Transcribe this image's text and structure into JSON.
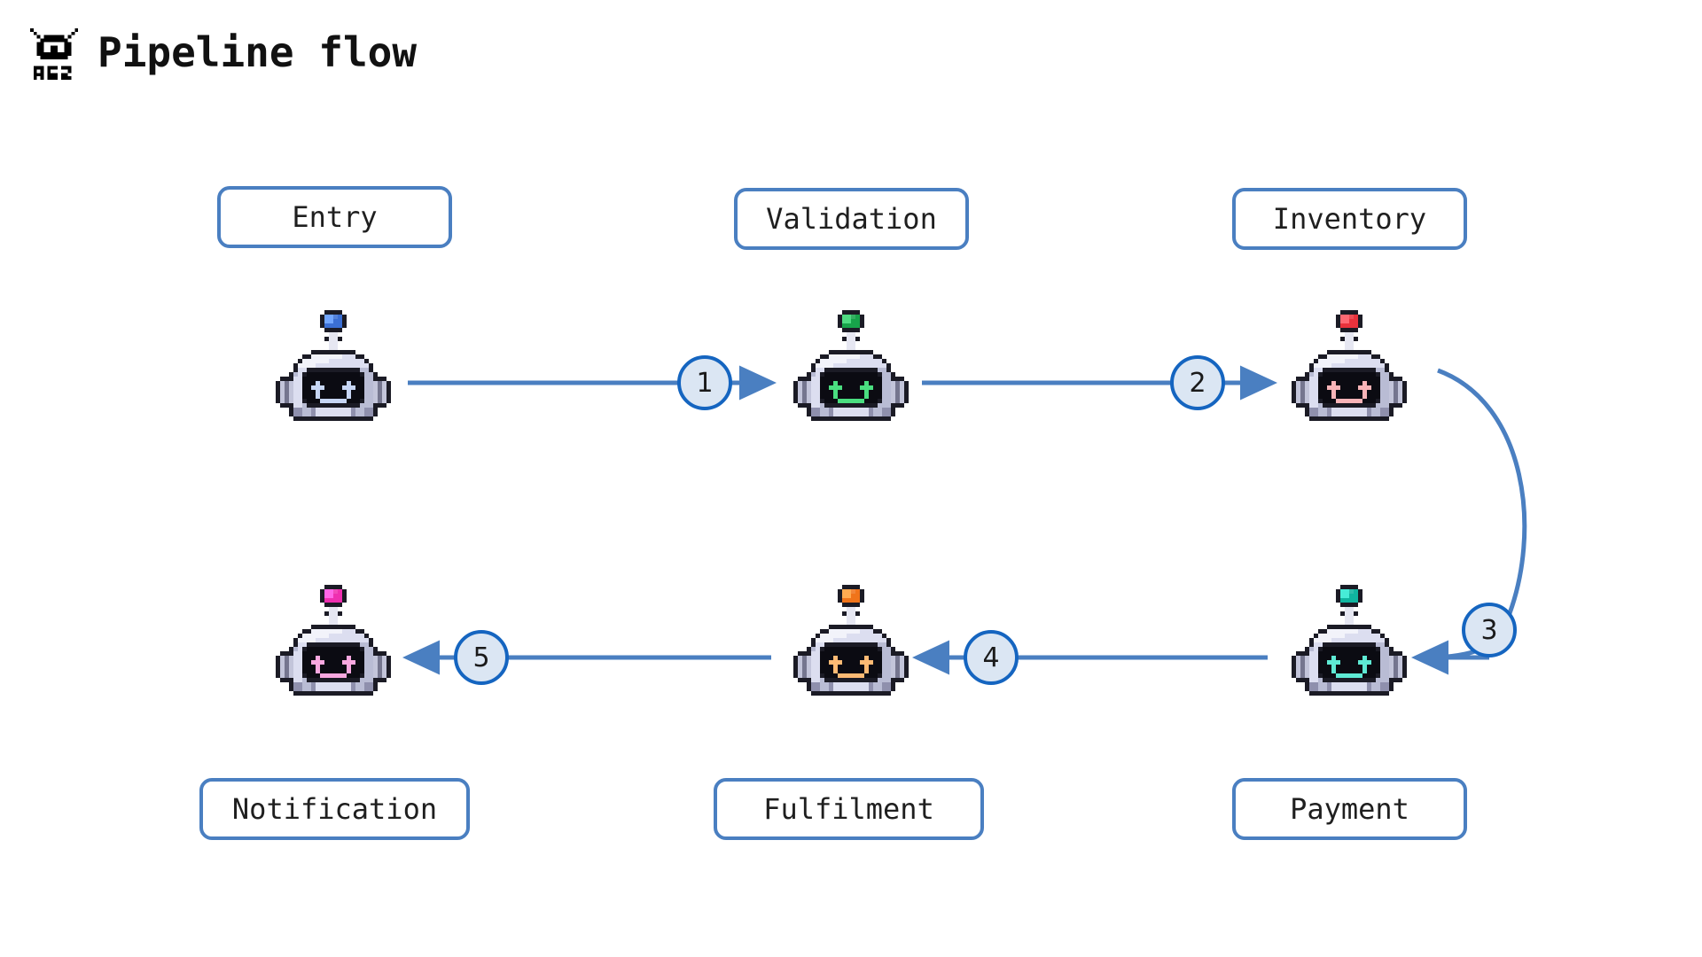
{
  "header": {
    "logo_icon": "ag2-robot-logo-icon",
    "title": "Pipeline flow"
  },
  "theme": {
    "edge_color": "#4a7fc1",
    "pill_border": "#4a7fc1",
    "badge_ring": "#1565c0",
    "badge_fill": "#dbe6f3",
    "background": "#ffffff",
    "text_color": "#1f1f1f"
  },
  "nodes": [
    {
      "id": "entry",
      "label": "Entry",
      "accent": "#3b6fd4",
      "accent_light": "#7ea3ef",
      "face": "#c7d6f5",
      "row": "top",
      "col": 0
    },
    {
      "id": "validation",
      "label": "Validation",
      "accent": "#17a34a",
      "accent_light": "#48d17c",
      "face": "#4ade80",
      "row": "top",
      "col": 1
    },
    {
      "id": "inventory",
      "label": "Inventory",
      "accent": "#e8323c",
      "accent_light": "#f2676f",
      "face": "#f8b4b8",
      "row": "top",
      "col": 2
    },
    {
      "id": "payment",
      "label": "Payment",
      "accent": "#10b5a0",
      "accent_light": "#4fd9c7",
      "face": "#5eead4",
      "row": "bottom",
      "col": 2
    },
    {
      "id": "fulfilment",
      "label": "Fulfilment",
      "accent": "#f0741a",
      "accent_light": "#f79a55",
      "face": "#fdba74",
      "row": "bottom",
      "col": 1
    },
    {
      "id": "notification",
      "label": "Notification",
      "accent": "#ef2fb0",
      "accent_light": "#f572c9",
      "face": "#f9a8e0",
      "row": "bottom",
      "col": 0
    }
  ],
  "edges": [
    {
      "step": "1",
      "from": "entry",
      "to": "validation",
      "shape": "straight-right"
    },
    {
      "step": "2",
      "from": "validation",
      "to": "inventory",
      "shape": "straight-right"
    },
    {
      "step": "3",
      "from": "inventory",
      "to": "payment",
      "shape": "curved-down-left"
    },
    {
      "step": "4",
      "from": "payment",
      "to": "fulfilment",
      "shape": "straight-left"
    },
    {
      "step": "5",
      "from": "fulfilment",
      "to": "notification",
      "shape": "straight-left"
    }
  ]
}
